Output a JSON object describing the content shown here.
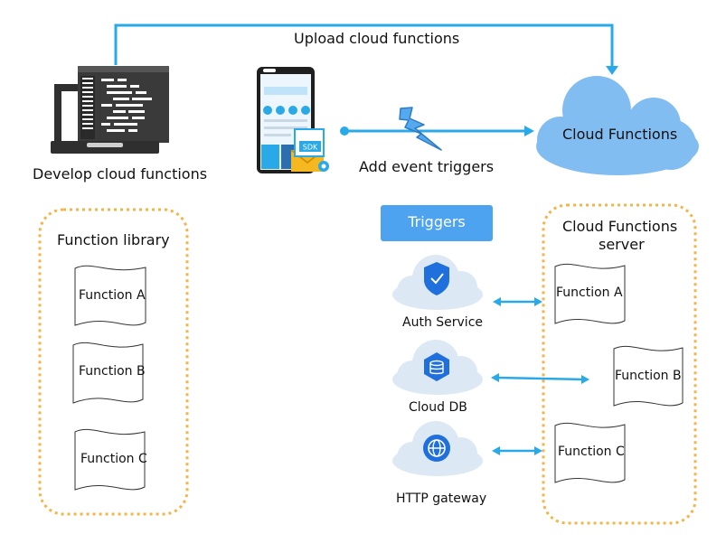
{
  "top": {
    "upload_label": "Upload cloud functions",
    "develop_label": "Develop cloud functions",
    "add_triggers_label": "Add event triggers",
    "cloud_functions_label": "Cloud Functions",
    "sdk_label": "SDK"
  },
  "library": {
    "title": "Function library",
    "functions": [
      "Function A",
      "Function B",
      "Function C"
    ]
  },
  "triggers": {
    "title": "Triggers",
    "items": [
      "Auth Service",
      "Cloud DB",
      "HTTP gateway"
    ]
  },
  "server": {
    "title_line1": "Cloud Functions",
    "title_line2": "server",
    "functions": [
      "Function A",
      "Function B",
      "Function C"
    ]
  },
  "colors": {
    "accent_blue": "#29a9e8",
    "trigger_blue": "#4da3f0",
    "cloud_fill": "#82bdf2",
    "dashed_orange": "#f5b447",
    "laptop_dark": "#2f2f2f"
  }
}
